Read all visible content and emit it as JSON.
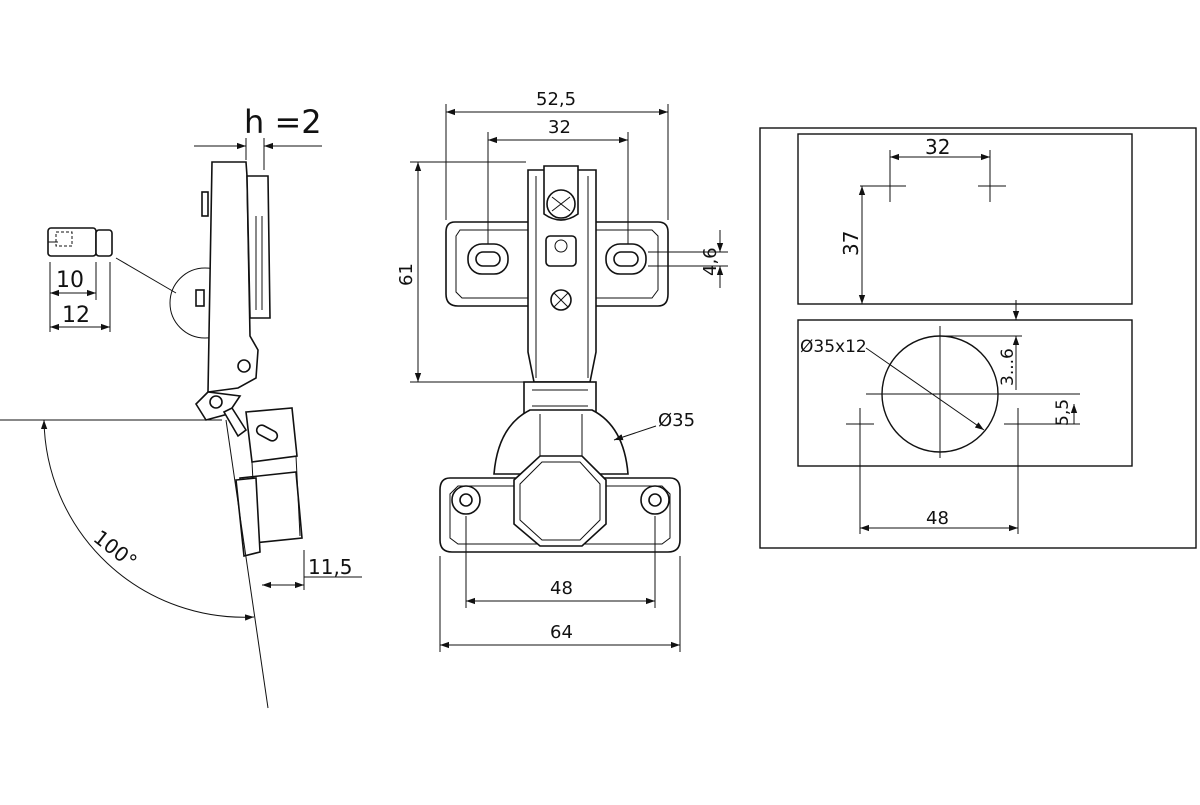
{
  "side_view": {
    "h_label": "h =2",
    "dim_10": "10",
    "dim_12": "12",
    "angle": "100°",
    "dim_11_5": "11,5"
  },
  "front_view": {
    "dim_52_5": "52,5",
    "dim_32": "32",
    "dim_61": "61",
    "dim_4_6": "4,6",
    "dim_d35": "Ø35",
    "dim_48": "48",
    "dim_64": "64"
  },
  "drilling_template": {
    "dim_32": "32",
    "dim_37": "37",
    "dim_d35x12": "Ø35x12",
    "dim_3_6": "3...6",
    "dim_5_5": "5,5",
    "dim_48": "48"
  }
}
